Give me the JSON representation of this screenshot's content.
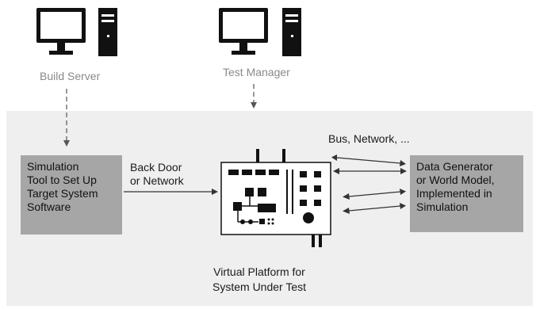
{
  "build_server": {
    "label": "Build Server"
  },
  "test_manager": {
    "label": "Test Manager"
  },
  "simulation_tool": {
    "text": "Simulation\nTool to Set Up\nTarget System\nSoftware"
  },
  "back_door": {
    "text": "Back Door\nor Network"
  },
  "bus_network": {
    "text": "Bus, Network, ..."
  },
  "data_generator": {
    "text": "Data Generator\nor World Model,\nImplemented in\nSimulation"
  },
  "virtual_platform": {
    "text": "Virtual Platform for\nSystem Under Test"
  },
  "colors": {
    "panel": "#efefef",
    "box": "#a6a6a6",
    "ink": "#111111",
    "muted": "#8a8a8a"
  }
}
